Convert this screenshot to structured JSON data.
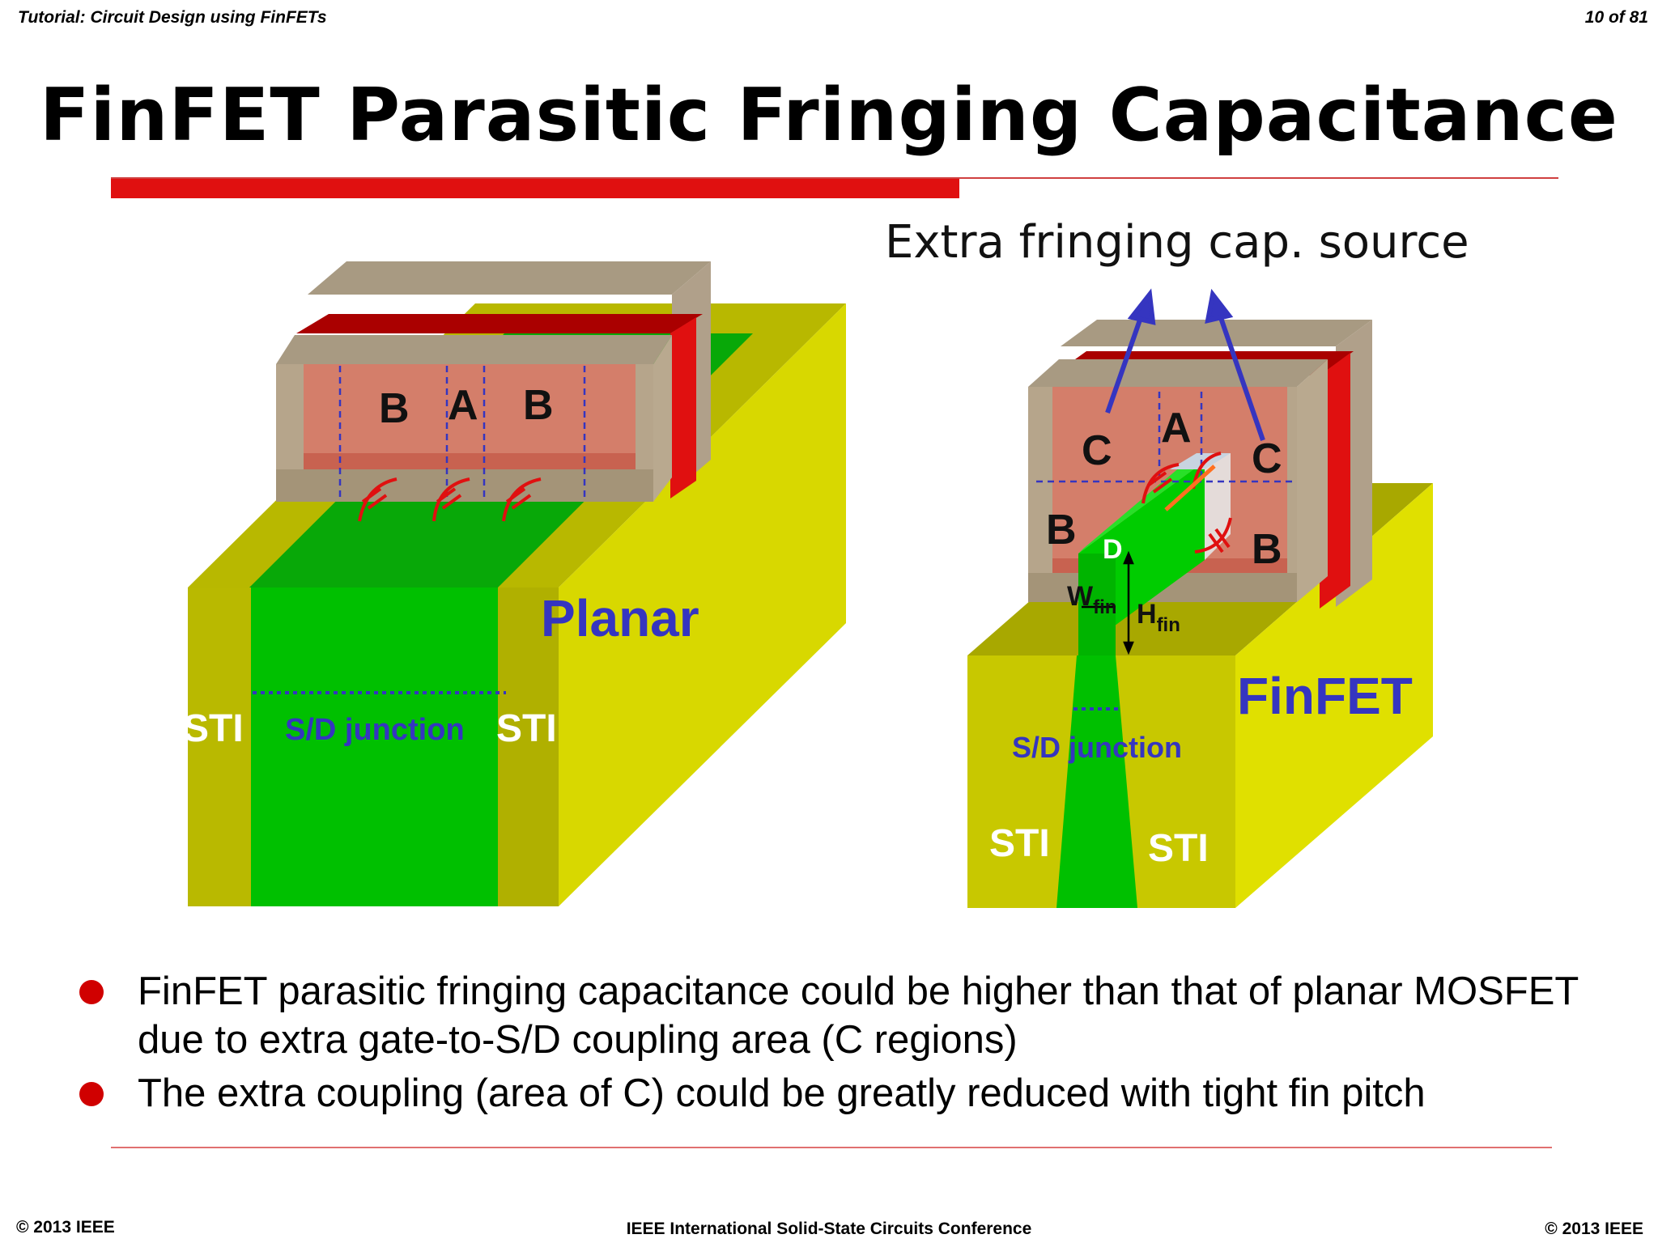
{
  "header": {
    "left": "Tutorial: Circuit Design using FinFETs",
    "page": "10 of 81"
  },
  "title": "FinFET Parasitic Fringing Capacitance",
  "diagram": {
    "annotation": "Extra fringing cap. source",
    "planar": {
      "label": "Planar",
      "region_b_left": "B",
      "region_a": "A",
      "region_b_right": "B",
      "sti_left": "STI",
      "sti_right": "STI",
      "junction": "S/D junction"
    },
    "finfet": {
      "label": "FinFET",
      "region_a": "A",
      "region_c_left": "C",
      "region_c_right": "C",
      "region_b_left": "B",
      "region_b_right": "B",
      "region_d": "D",
      "w_main": "W",
      "w_sub": "fin",
      "h_main": "H",
      "h_sub": "fin",
      "junction": "S/D junction",
      "sti_left": "STI",
      "sti_right": "STI"
    },
    "colors": {
      "gate_red": "#e01010",
      "substrate_yellow": "#d8d800",
      "fin_green": "#00c000",
      "label_blue": "#3535c0",
      "spacer_tan": "#b6a58b"
    }
  },
  "bullets": [
    "FinFET parasitic fringing capacitance could be higher than that of planar MOSFET due to extra gate-to-S/D coupling area (C regions)",
    "The extra coupling (area of C) could be greatly reduced with tight fin pitch"
  ],
  "footer": {
    "left": "© 2013 IEEE",
    "center": "IEEE International Solid-State Circuits Conference",
    "right": "© 2013 IEEE"
  }
}
